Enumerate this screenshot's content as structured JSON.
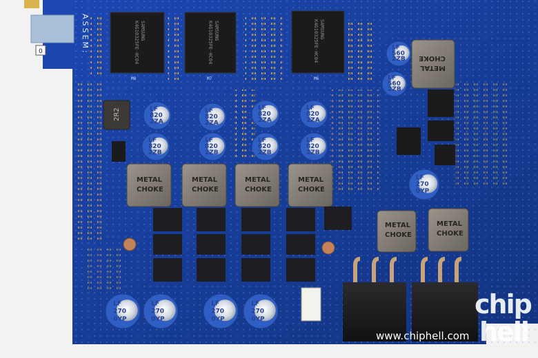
{
  "image": {
    "subject": "Graphics card PCB close-up with memory chips, power chokes and capacitors",
    "background_color": "#f2f2f2",
    "pcb_color": "#173c9a"
  },
  "silkscreen": {
    "assem_label": "ASSEM:",
    "corner_digit": "0"
  },
  "memory_chips": [
    {
      "brand": "SAMSUNG",
      "part": "K4G10325FE-HC04",
      "ref": "M8"
    },
    {
      "brand": "SAMSUNG",
      "part": "K4G10325FE-HC04",
      "ref": "M7"
    },
    {
      "brand": "SAMSUNG",
      "part": "K4G10325FE-HC04",
      "ref": "M6"
    }
  ],
  "chokes": {
    "label_line1": "METAL",
    "label_line2": "CHOKE"
  },
  "capacitors": {
    "blue_top": [
      "LF",
      "820",
      "2ZA"
    ],
    "blue_alt": [
      "LF",
      "820",
      "2ZB"
    ],
    "right_top": [
      "LF",
      "560",
      "2ZB"
    ],
    "right_mid": [
      "LF",
      "270",
      "0YP"
    ],
    "bottom": [
      "LF",
      "270",
      "0YP"
    ],
    "inductor_small": "2R2"
  },
  "watermark": {
    "site": "www.chiphell.com",
    "logo_text": "chip hell"
  },
  "colors": {
    "pcb": "#173c9a",
    "chip_black": "#1b1b1e",
    "choke_gray": "#7f7a72",
    "cap_blue": "#3a6fd6",
    "cap_silver": "#d7dde6",
    "connector_black": "#1a1a1c",
    "copper": "#c0835a"
  }
}
